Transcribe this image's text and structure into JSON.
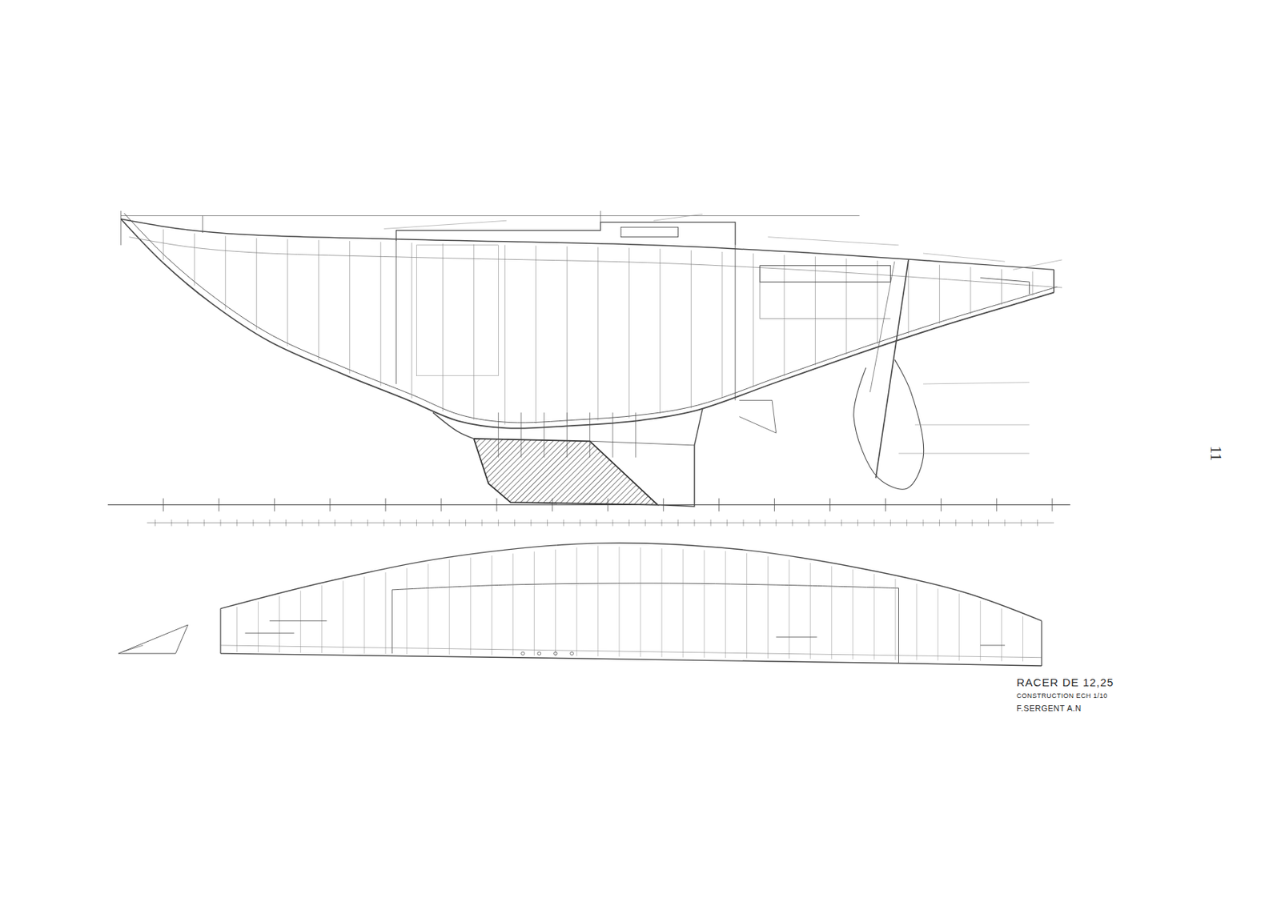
{
  "diagram": {
    "title": "RACER DE 12,25",
    "labels": [
      "CONSTRUCTION ECH 1/10",
      "F.SERGENT A.N",
      "11"
    ]
  }
}
